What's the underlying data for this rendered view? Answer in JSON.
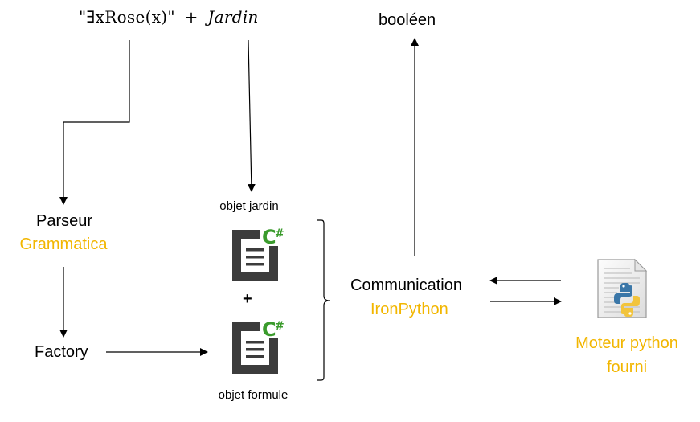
{
  "formula": {
    "expression": "\"∃xRose(x)\"",
    "operator": "+",
    "variable": "Jardin"
  },
  "output": {
    "label": "booléen"
  },
  "parser": {
    "label": "Parseur",
    "tool": "Grammatica"
  },
  "factory": {
    "label": "Factory"
  },
  "objects": {
    "garden_label": "objet jardin",
    "formula_label": "objet formule",
    "plus": "+",
    "csharp_badge": "C#"
  },
  "communication": {
    "label": "Communication",
    "tool": "IronPython"
  },
  "engine": {
    "line1": "Moteur python",
    "line2": "fourni"
  },
  "colors": {
    "accent": "#f2b600",
    "csharp_green": "#3a9b2c",
    "doc_dark": "#3c3c3c",
    "python_blue": "#3b77a8",
    "python_yellow": "#f2c43c"
  },
  "icons": [
    "csharp-file-icon",
    "csharp-file-icon",
    "python-file-icon"
  ]
}
